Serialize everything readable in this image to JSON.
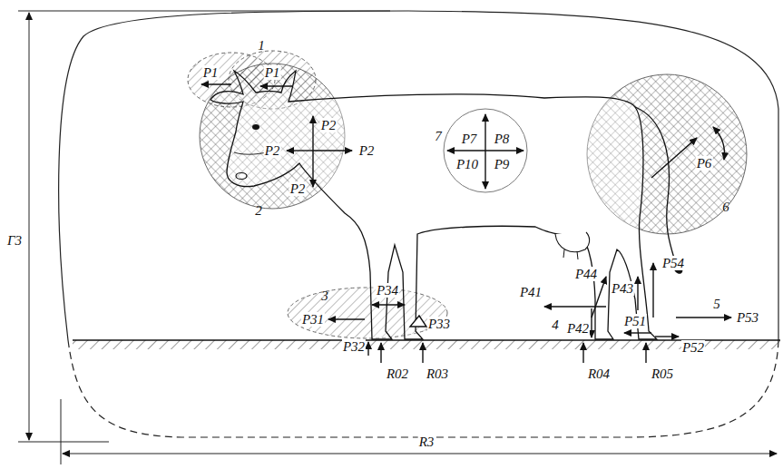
{
  "diagram": {
    "labels": [
      "P1",
      "P1",
      "1",
      "P2",
      "P2",
      "P2",
      "P2",
      "2",
      "7",
      "P7",
      "P8",
      "P10",
      "P9",
      "P6",
      "6",
      "3",
      "P31",
      "P34",
      "P32",
      "P33",
      "R02",
      "R03",
      "P41",
      "P44",
      "P43",
      "P54",
      "4",
      "P42",
      "P51",
      "P52",
      "P53",
      "5",
      "R04",
      "R05",
      "Г3",
      "R3"
    ]
  }
}
